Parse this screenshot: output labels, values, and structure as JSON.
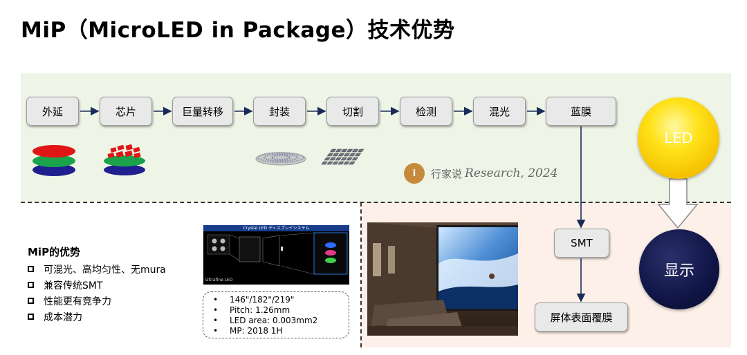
{
  "title": "MiP（MicroLED in Package）技术优势",
  "process_steps": [
    "外延",
    "芯片",
    "巨量转移",
    "封装",
    "切割",
    "检测",
    "混光",
    "蓝膜"
  ],
  "branch_steps": [
    "SMT",
    "屏体表面覆膜"
  ],
  "led_label": "LED",
  "display_label": "显示",
  "watermark": {
    "logo": "i",
    "cn": "行家说",
    "en": "Research, 2024"
  },
  "advantages": {
    "heading": "MiP的优势",
    "items": [
      "可混光、高均匀性、无mura",
      "兼容传统SMT",
      "性能更有竞争力",
      "成本潜力"
    ]
  },
  "sony_panel": {
    "header": "Crystal LED ディスプレイシステム",
    "footer": "Ultrafine LED"
  },
  "specs": [
    "146\"/182\"/219\"",
    "Pitch: 1.26mm",
    "LED area: 0.003mm2",
    "MP: 2018 1H"
  ],
  "colors": {
    "top_band": "#eef5e6",
    "bottom_band": "#fcf0e8",
    "led": "#ffd400",
    "display": "#0d1240"
  }
}
